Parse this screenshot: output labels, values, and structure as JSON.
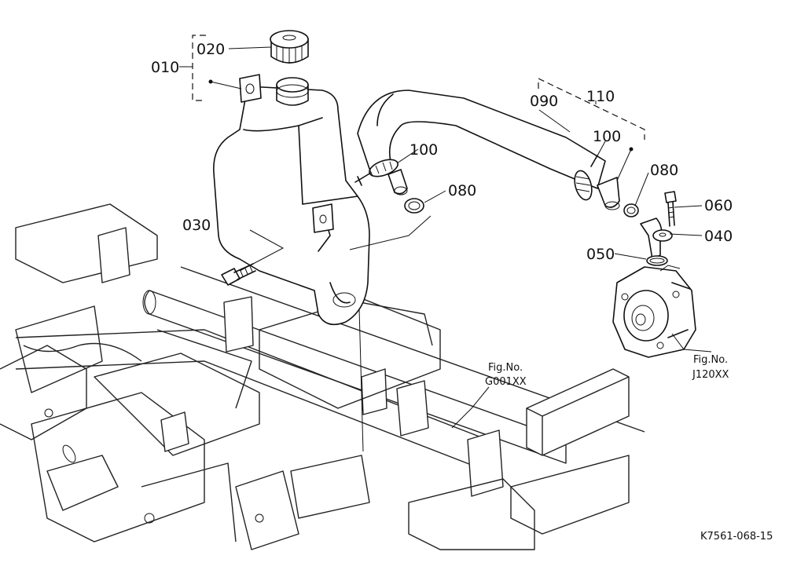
{
  "parts": {
    "p010": "010",
    "p020": "020",
    "p030": "030",
    "p040": "040",
    "p050": "050",
    "p060": "060",
    "p080a": "080",
    "p080b": "080",
    "p090": "090",
    "p100a": "100",
    "p100b": "100",
    "p110": "110"
  },
  "figure_refs": {
    "g001_line1": "Fig.No.",
    "g001_line2": "G001XX",
    "j120_line1": "Fig.No.",
    "j120_line2": "J120XX"
  },
  "drawing_code": "K7561-068-15"
}
